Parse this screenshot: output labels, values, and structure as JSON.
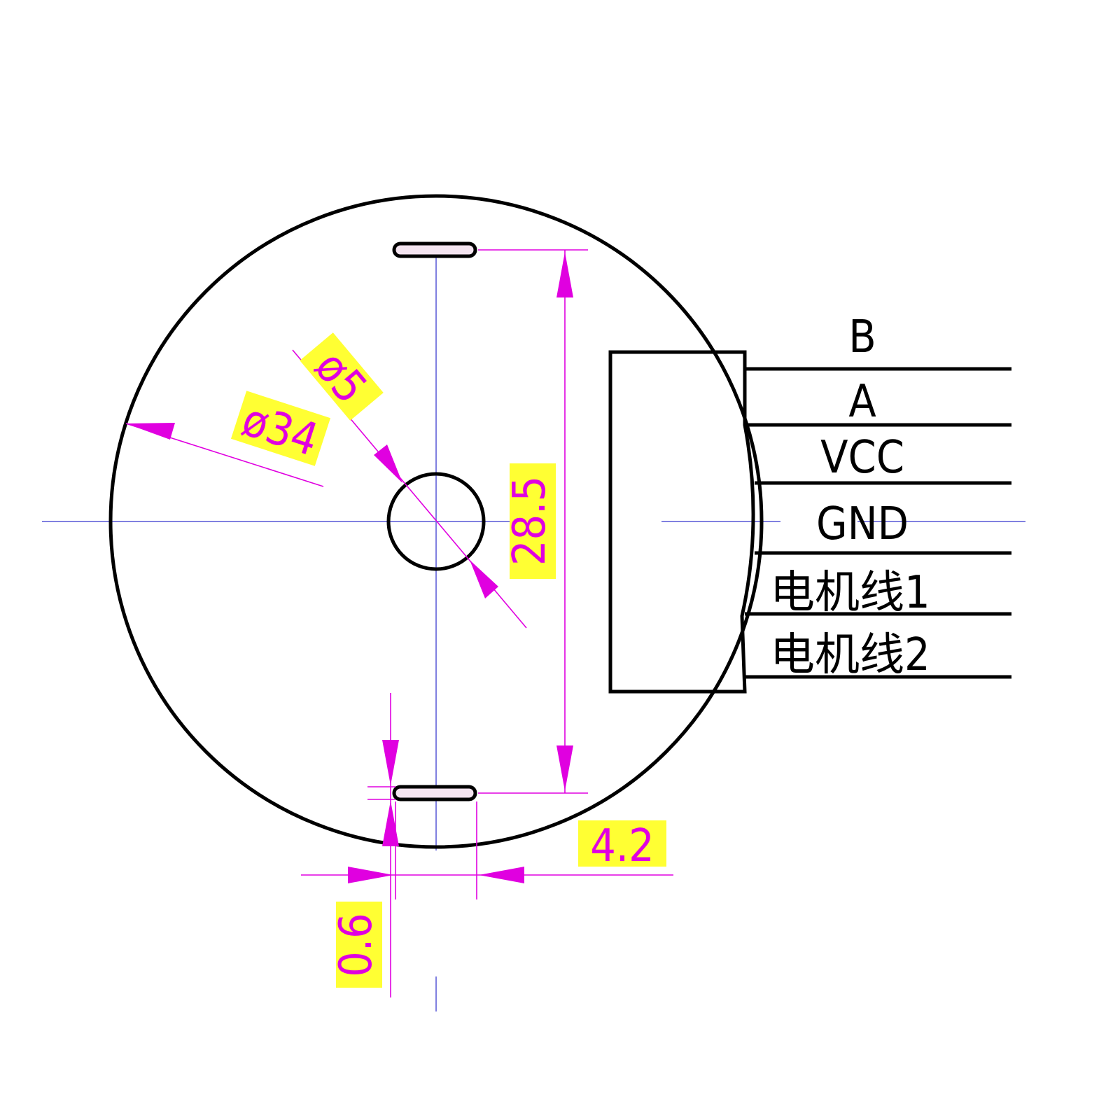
{
  "dimensions": {
    "outer_diameter": "ø34",
    "shaft_diameter": "ø5",
    "slot_spacing": "28.5",
    "slot_width": "4.2",
    "slot_thickness": "0.6"
  },
  "wires": [
    {
      "label": "B"
    },
    {
      "label": "A"
    },
    {
      "label": "VCC"
    },
    {
      "label": "GND"
    },
    {
      "label": "电机线1"
    },
    {
      "label": "电机线2"
    }
  ],
  "colors": {
    "outline": "#000000",
    "dimension": "#e000e0",
    "dimension_highlight": "#ffff33",
    "centerline": "#8080e0"
  }
}
